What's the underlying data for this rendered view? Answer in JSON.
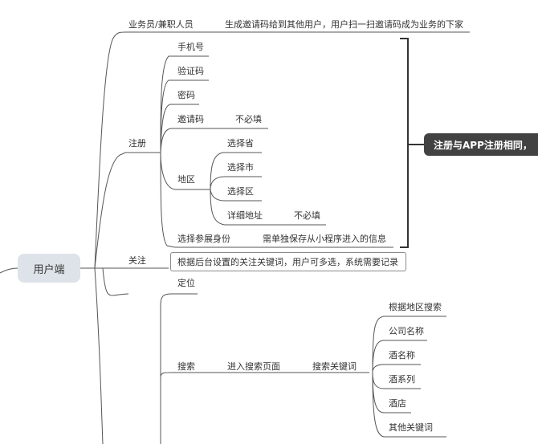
{
  "root": "用户端",
  "summary": "注册与APP注册相同，",
  "branches": {
    "salesman": {
      "label": "业务员/兼职人员",
      "desc": "生成邀请码给到其他用户，用户扫一扫邀请码成为业务的下家"
    },
    "register": {
      "label": "注册",
      "phone": "手机号",
      "code": "验证码",
      "password": "密码",
      "invite": "邀请码",
      "invite_note": "不必填",
      "region": {
        "label": "地区",
        "province": "选择省",
        "city": "选择市",
        "district": "选择区",
        "address": "详细地址",
        "address_note": "不必填"
      },
      "identity": "选择参展身份",
      "identity_note": "需单独保存从小程序进入的信息"
    },
    "follow": {
      "label": "关注",
      "desc": "根据后台设置的关注关键词，用户可多选，系统需要记录"
    },
    "locate": "定位",
    "search": {
      "label": "搜索",
      "enter": "进入搜索页面",
      "keywords": "搜索关键词",
      "items": [
        "根据地区搜索",
        "公司名称",
        "酒名称",
        "酒系列",
        "酒店",
        "其他关键词"
      ]
    }
  }
}
